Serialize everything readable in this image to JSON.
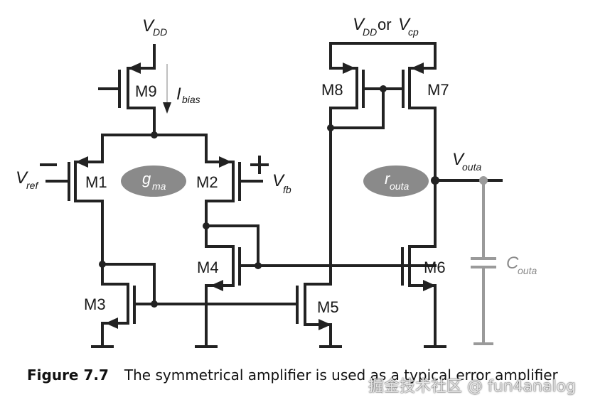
{
  "figure": {
    "type": "CMOS symmetrical (OTA) error amplifier schematic",
    "supply_label": {
      "main": "V",
      "sub": "DD"
    },
    "mirror_supply_label": {
      "v1": "V",
      "s1": "DD",
      "or": " or ",
      "v2": "V",
      "s2": "cp"
    },
    "bias_current": {
      "main": "I",
      "sub": "bias"
    },
    "inputs": {
      "ref": {
        "main": "V",
        "sub": "ref",
        "sign": "−"
      },
      "fb": {
        "main": "V",
        "sub": "fb",
        "sign": "+"
      }
    },
    "output": {
      "main": "V",
      "sub": "outa"
    },
    "transconductance_tag": {
      "main": "g",
      "sub": "ma"
    },
    "output_resistance_tag": {
      "main": "r",
      "sub": "outa"
    },
    "load_capacitor": {
      "main": "C",
      "sub": "outa"
    },
    "transistors": [
      {
        "name": "M1",
        "type": "PMOS",
        "role": "input pair (Vref)"
      },
      {
        "name": "M2",
        "type": "PMOS",
        "role": "input pair (Vfb)"
      },
      {
        "name": "M3",
        "type": "NMOS",
        "role": "diode load"
      },
      {
        "name": "M4",
        "type": "NMOS",
        "role": "diode load"
      },
      {
        "name": "M5",
        "type": "NMOS",
        "role": "mirror from M3"
      },
      {
        "name": "M6",
        "type": "NMOS",
        "role": "mirror from M4 / output sink"
      },
      {
        "name": "M7",
        "type": "PMOS",
        "role": "output mirror source"
      },
      {
        "name": "M8",
        "type": "PMOS",
        "role": "diode-connected mirror"
      },
      {
        "name": "M9",
        "type": "PMOS",
        "role": "tail current source"
      }
    ],
    "colors": {
      "wire": "#222222",
      "tag_fill": "#8a8a8a",
      "capacitor": "#9a9a9a"
    }
  },
  "caption": {
    "number": "Figure 7.7",
    "text": "The symmetrical amplifier is used as a typical error amplifier"
  },
  "watermark": "掘金技术社区 @ fun4analog"
}
